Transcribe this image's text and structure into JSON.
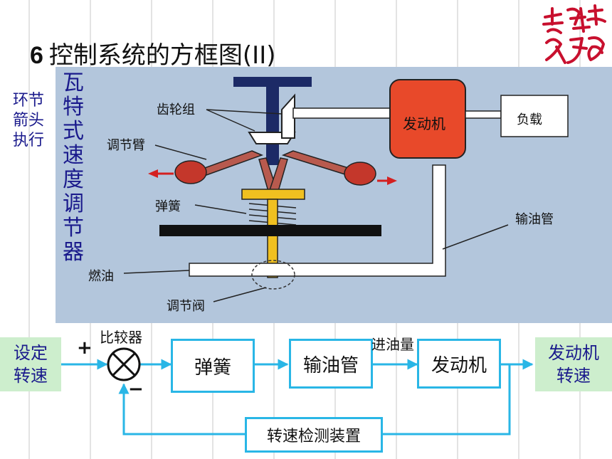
{
  "slide": {
    "title_number": "6",
    "title": "控制系统的方框图(II)",
    "annotation_lines": [
      "环节",
      "箭头",
      "执行"
    ],
    "vertical_title": [
      "瓦",
      "特",
      "式",
      "速",
      "度",
      "调",
      "节",
      "器"
    ]
  },
  "photo": {
    "labels": {
      "gear": "齿轮组",
      "arm": "调节臂",
      "spring": "弹簧",
      "fuel": "燃油",
      "valve": "调节阀",
      "engine": "发动机",
      "load": "负载",
      "pipe": "输油管"
    }
  },
  "block_diagram": {
    "input": [
      "设定",
      "转速"
    ],
    "comparator_label": "比较器",
    "plus": "+",
    "minus": "−",
    "spring": "弹簧",
    "pipe": "输油管",
    "fuel_amount": "进油量",
    "engine": "发动机",
    "output": [
      "发动机",
      "转速"
    ],
    "feedback": "转速检测装置"
  }
}
